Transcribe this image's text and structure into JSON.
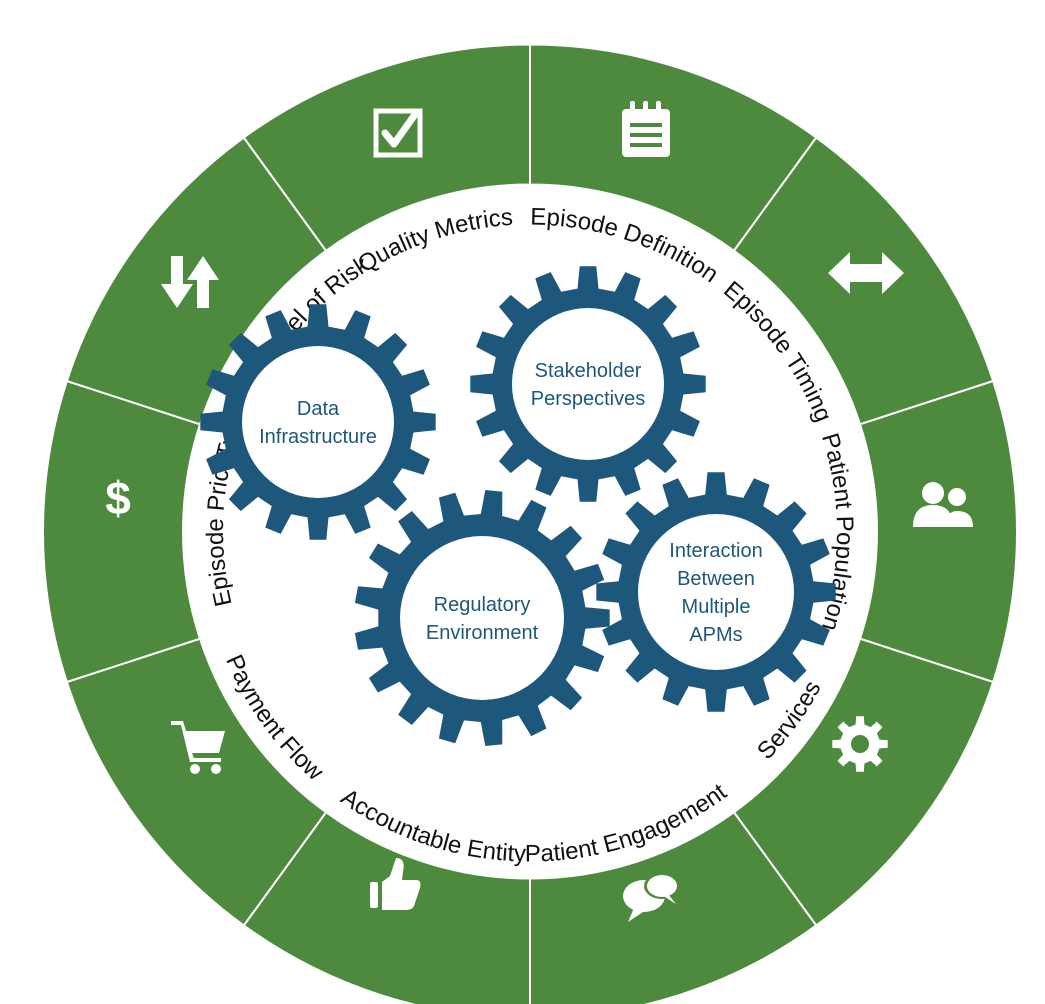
{
  "colors": {
    "ring_green": "#4e8a3e",
    "gear_blue": "#1d587c",
    "background": "#ffffff",
    "label_text": "#111111"
  },
  "segments": [
    {
      "label": "Episode Definition",
      "icon": "calendar-icon"
    },
    {
      "label": "Episode Timing",
      "icon": "left-right-arrow-icon"
    },
    {
      "label": "Patient Population",
      "icon": "people-icon"
    },
    {
      "label": "Services",
      "icon": "gear-icon"
    },
    {
      "label": "Patient Engagement",
      "icon": "speech-bubbles-icon"
    },
    {
      "label": "Accountable Entity",
      "icon": "thumbs-up-icon"
    },
    {
      "label": "Payment Flow",
      "icon": "shopping-cart-icon"
    },
    {
      "label": "Episode Price",
      "icon": "dollar-icon"
    },
    {
      "label": "Type and Level of Risk",
      "icon": "up-down-arrows-icon"
    },
    {
      "label": "Quality Metrics",
      "icon": "checkbox-icon"
    }
  ],
  "gears": [
    {
      "lines": [
        "Data",
        "Infrastructure"
      ]
    },
    {
      "lines": [
        "Stakeholder",
        "Perspectives"
      ]
    },
    {
      "lines": [
        "Regulatory",
        "Environment"
      ]
    },
    {
      "lines": [
        "Interaction",
        "Between",
        "Multiple",
        "APMs"
      ]
    }
  ]
}
